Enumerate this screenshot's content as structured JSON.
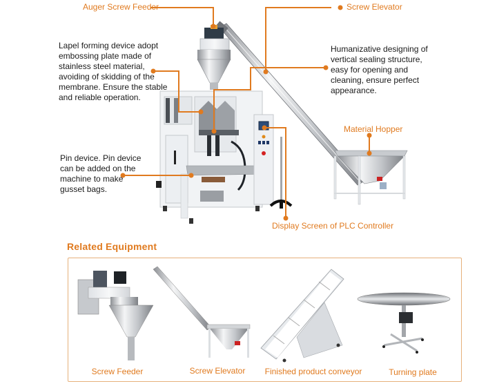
{
  "colors": {
    "accent": "#e07a1f",
    "box_border": "#e6b07a",
    "text": "#1a1a1a",
    "steel": "#b9bcc0",
    "frame": "#eef0f2"
  },
  "callouts": {
    "auger_screw_feeder": "Auger Screw Feeder",
    "screw_elevator": "Screw Elevator",
    "material_hopper": "Material Hopper",
    "plc_display": "Display Screen of PLC Controller"
  },
  "descriptions": {
    "lapel_forming": [
      "Lapel forming device adopt",
      "embossing plate made of",
      "stainless steel material,",
      "avoiding of skidding of the",
      "membrane. Ensure the stable",
      "and reliable operation."
    ],
    "sealing_structure": [
      "Humanizative designing of",
      "vertical sealing structure,",
      "easy for opening and",
      "cleaning, ensure perfect",
      "appearance."
    ],
    "pin_device": [
      "Pin device. Pin device",
      "can be added on the",
      "machine to make",
      "gusset bags."
    ]
  },
  "related": {
    "title": "Related Equipment",
    "items": [
      {
        "label": "Screw Feeder",
        "icon": "screw-feeder-image"
      },
      {
        "label": "Screw Elevator",
        "icon": "screw-elevator-image"
      },
      {
        "label": "Finished product conveyor",
        "icon": "conveyor-image"
      },
      {
        "label": "Turning plate",
        "icon": "turning-plate-image"
      }
    ]
  }
}
